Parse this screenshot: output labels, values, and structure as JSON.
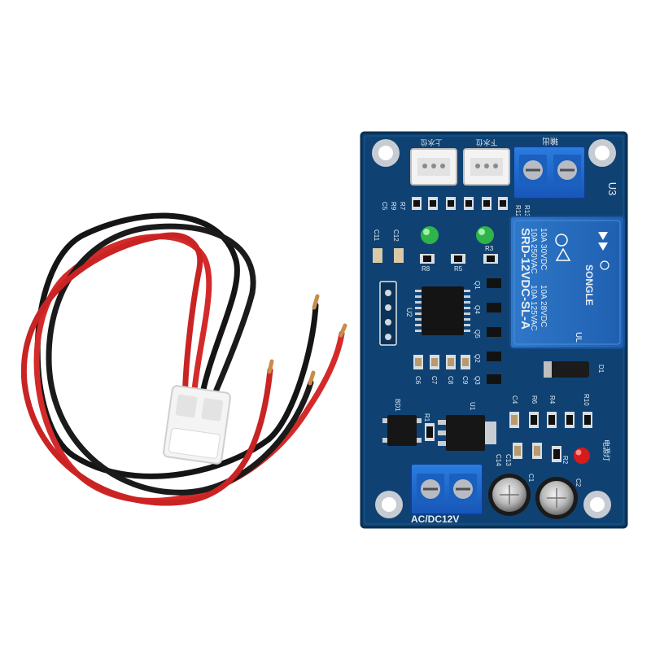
{
  "product_photo": {
    "board": {
      "text": {
        "relay_ratings": [
          "10A 250VAC",
          "10A 125VAC",
          "10A 30VDC",
          "10A 28VDC"
        ],
        "relay_model": "SRD-12VDC-SL-A",
        "relay_brand": "SONGLE",
        "module_id": "U3",
        "power_label": "AC/DC12V",
        "ic_label_u1": "U1",
        "ic_label_u2": "U2",
        "rectifier_label": "BD1",
        "diode_label": "D1",
        "top_left_connector_label": "上水位",
        "top_mid_connector_label": "下水位",
        "output_label": "输出",
        "power_led_label": "电源灯",
        "ref_c5": "C5",
        "ref_r9": "R9",
        "ref_r7": "R7",
        "ref_r12": "R12",
        "ref_r13": "R13",
        "ref_c11": "C11",
        "ref_c12": "C12",
        "ref_r8": "R8",
        "ref_r5": "R5",
        "ref_r3": "R3",
        "ref_q1": "Q1",
        "ref_q2": "Q2",
        "ref_q3": "Q3",
        "ref_q4": "Q4",
        "ref_q5": "Q5",
        "ref_c6": "C6",
        "ref_c7": "C7",
        "ref_c8": "C8",
        "ref_c9": "C9",
        "ref_c4": "C4",
        "ref_r6": "R6",
        "ref_r4": "R4",
        "ref_r10": "R10",
        "ref_r1": "R1",
        "ref_r2": "R2",
        "ref_c13": "C13",
        "ref_c14": "C14",
        "ref_c1": "C1",
        "ref_c2": "C2"
      }
    }
  }
}
